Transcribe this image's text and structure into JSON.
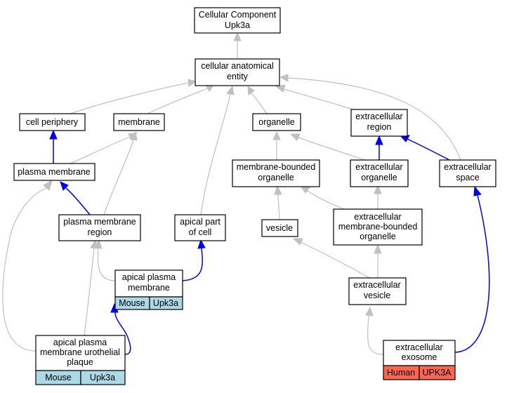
{
  "nodes": {
    "root": [
      "Cellular Component",
      "Upk3a"
    ],
    "cae": [
      "cellular anatomical",
      "entity"
    ],
    "cell_periphery": [
      "cell periphery"
    ],
    "membrane": [
      "membrane"
    ],
    "organelle": [
      "organelle"
    ],
    "extracellular_region": [
      "extracellular",
      "region"
    ],
    "plasma_membrane": [
      "plasma membrane"
    ],
    "membrane_bounded_organelle": [
      "membrane-bounded",
      "organelle"
    ],
    "extracellular_organelle": [
      "extracellular",
      "organelle"
    ],
    "extracellular_space": [
      "extracellular",
      "space"
    ],
    "plasma_membrane_region": [
      "plasma membrane",
      "region"
    ],
    "apical_part_of_cell": [
      "apical part",
      "of cell"
    ],
    "vesicle": [
      "vesicle"
    ],
    "ext_mb_organelle": [
      "extracellular",
      "membrane-bounded",
      "organelle"
    ],
    "apical_plasma_membrane": [
      "apical plasma",
      "membrane"
    ],
    "extracellular_vesicle": [
      "extracellular",
      "vesicle"
    ],
    "urothelial_plaque": [
      "apical plasma",
      "membrane urothelial",
      "plaque"
    ],
    "extracellular_exosome": [
      "extracellular",
      "exosome"
    ]
  },
  "annotations": {
    "apical_plasma_membrane": {
      "species": "Mouse",
      "gene": "Upk3a",
      "color": "#add8e6"
    },
    "urothelial_plaque": {
      "species": "Mouse",
      "gene": "Upk3a",
      "color": "#add8e6"
    },
    "extracellular_exosome": {
      "species": "Human",
      "gene": "UPK3A",
      "color": "#fa6650"
    }
  },
  "edge_colors": {
    "is_a": "#bfbfbf",
    "part_of": "#0000ee"
  }
}
